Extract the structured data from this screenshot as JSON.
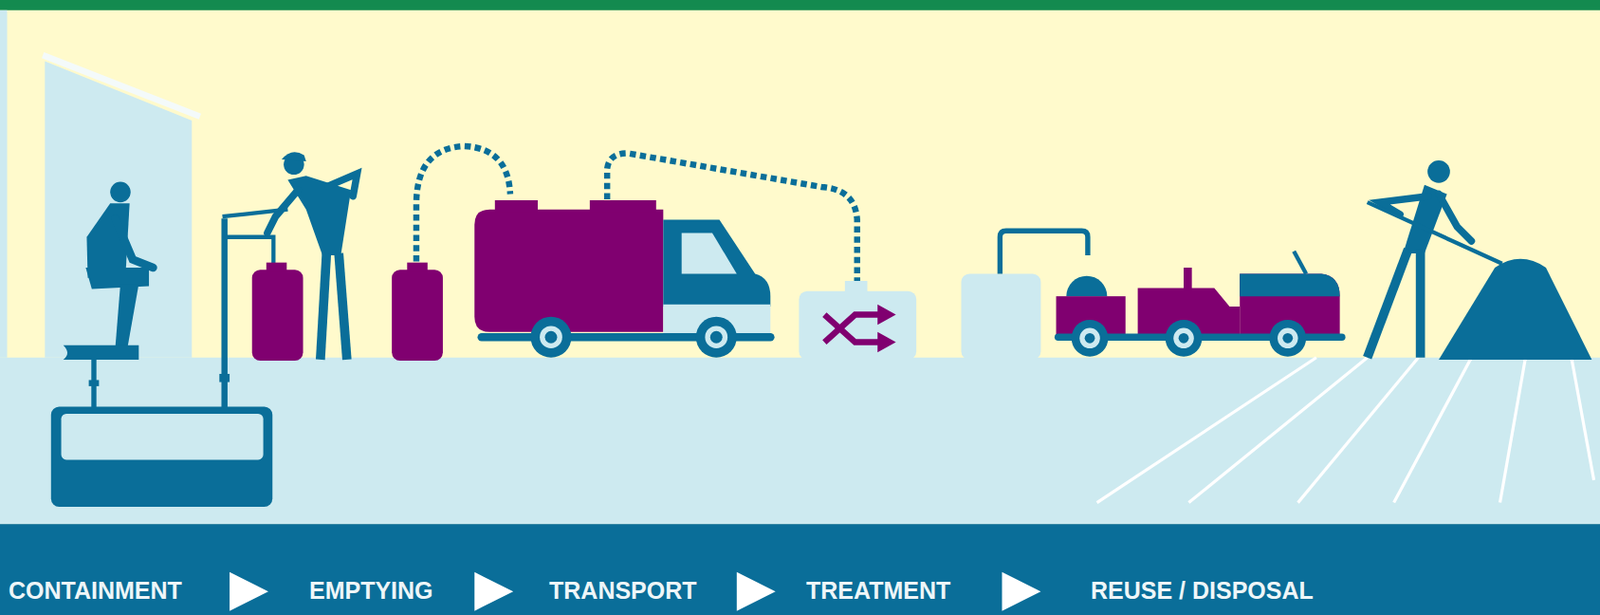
{
  "diagram": {
    "labels": [
      "CONTAINMENT",
      "EMPTYING",
      "TRANSPORT",
      "TREATMENT",
      "REUSE / DISPOSAL"
    ]
  }
}
